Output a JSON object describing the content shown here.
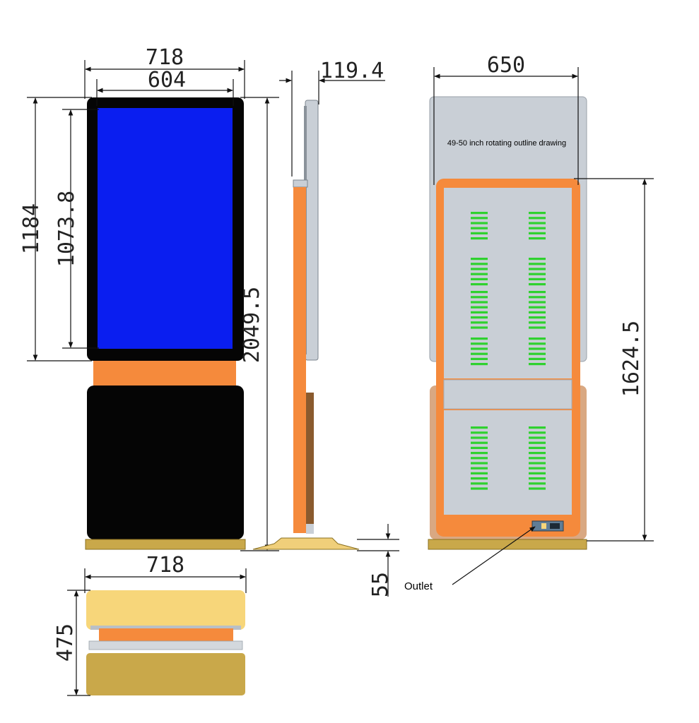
{
  "title": "49-50 inch rotating outline drawing",
  "callout_label": "Outlet",
  "dimensions": {
    "front_total_width": "718",
    "screen_width": "604",
    "screen_head_height": "1184",
    "screen_height": "1073.8",
    "total_height": "2049.5",
    "side_depth": "119.4",
    "base_thickness": "55",
    "back_width": "650",
    "back_panel_height": "1624.5",
    "base_width": "718",
    "base_depth": "475"
  },
  "colors": {
    "screen_blue": "#0a1ef0",
    "bezel_black": "#050505",
    "accent_orange": "#f58a3c",
    "base_gold": "#c9a84a",
    "base_light": "#f7d67a",
    "panel_grey": "#c9cfd6",
    "vent_green": "#2fd12f"
  }
}
